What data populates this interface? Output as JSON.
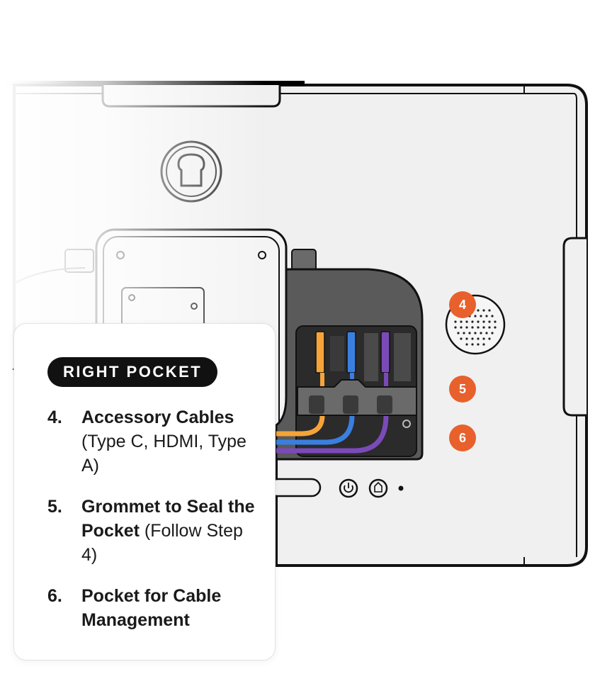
{
  "markers": [
    {
      "label": "4",
      "color": "#e8602c"
    },
    {
      "label": "5",
      "color": "#e8602c"
    },
    {
      "label": "6",
      "color": "#e8602c"
    }
  ],
  "legend": {
    "heading": "RIGHT POCKET",
    "items": [
      {
        "number": "4.",
        "title": "Accessory Cables",
        "detail": " (Type C, HDMI, Type A)"
      },
      {
        "number": "5.",
        "title": "Grommet to Seal the Pocket",
        "detail": " (Follow Step 4)"
      },
      {
        "number": "6.",
        "title": "Pocket for Cable Management",
        "detail": ""
      }
    ]
  },
  "colors": {
    "accent": "#e8602c",
    "device_panel": "#f0f0f0",
    "pocket_dark": "#5a5a5a",
    "cable_orange": "#f5a43a",
    "cable_blue": "#3a7fe0",
    "cable_purple": "#7b4ab8"
  },
  "icons": [
    "power-icon",
    "home-icon",
    "status-led-icon",
    "speaker-grille-icon",
    "toast-logo-icon"
  ]
}
